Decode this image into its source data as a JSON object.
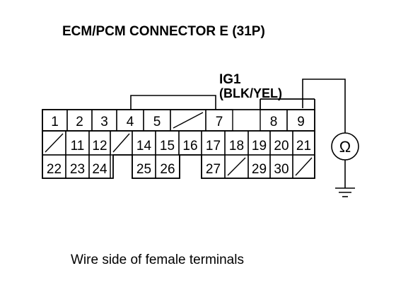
{
  "title": "ECM/PCM CONNECTOR E (31P)",
  "caption": "Wire side of female terminals",
  "signal": {
    "name": "IG1",
    "wire_color": "(BLK/YEL)"
  },
  "meter_symbol": "Ω",
  "connector": {
    "row1": [
      "1",
      "2",
      "3",
      "4",
      "5",
      "",
      "7",
      "",
      "8",
      "9"
    ],
    "row2": [
      "",
      "11",
      "12",
      "",
      "14",
      "15",
      "16",
      "17",
      "18",
      "19",
      "20",
      "21"
    ],
    "row3": [
      "22",
      "23",
      "24",
      "",
      "25",
      "26",
      "",
      "27",
      "",
      "29",
      "30",
      ""
    ]
  },
  "probe_terminals": [
    "4",
    "7",
    "9"
  ]
}
